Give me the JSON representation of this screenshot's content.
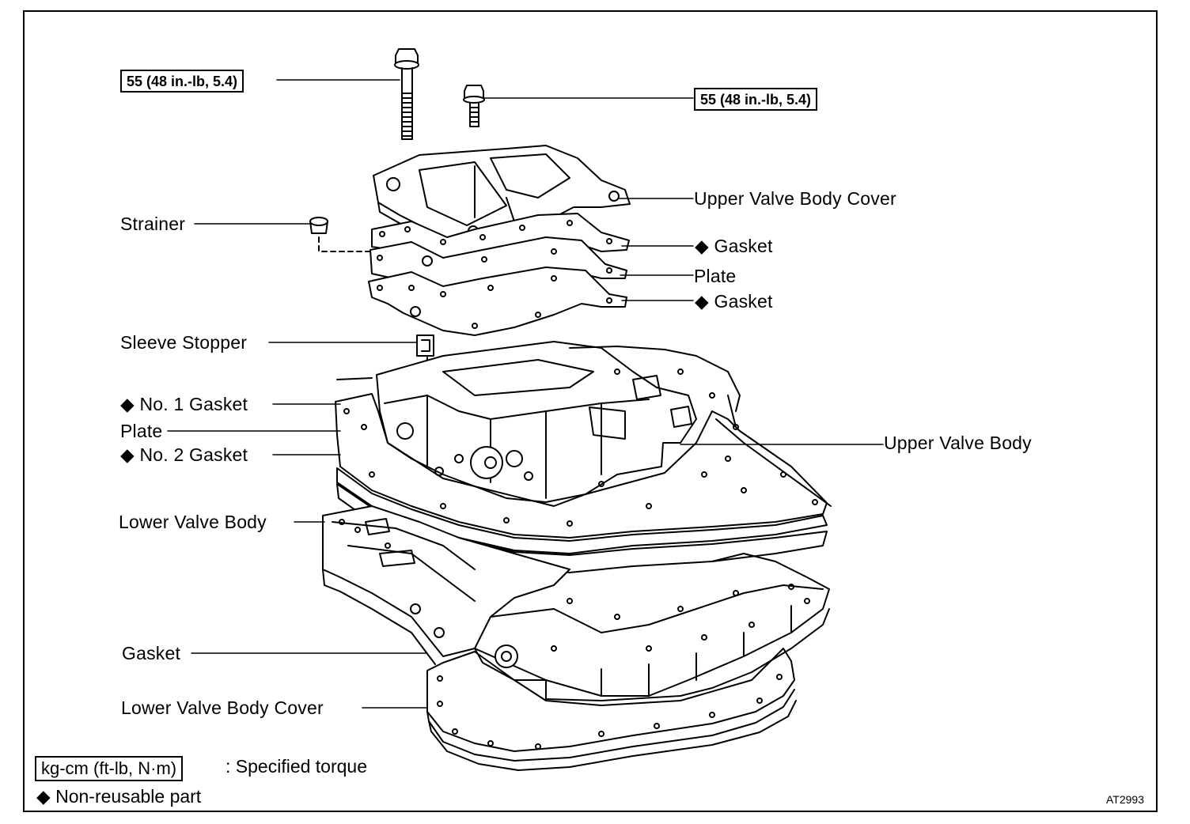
{
  "torque": {
    "left": "55 (48 in.-lb, 5.4)",
    "right": "55 (48 in.-lb, 5.4)"
  },
  "labels": {
    "upper_valve_body_cover": "Upper Valve Body Cover",
    "strainer": "Strainer",
    "gasket_upper_1": "Gasket",
    "plate_upper": "Plate",
    "gasket_upper_2": "Gasket",
    "sleeve_stopper": "Sleeve Stopper",
    "no1_gasket": "No. 1 Gasket",
    "plate_lower": "Plate",
    "no2_gasket": "No. 2 Gasket",
    "upper_valve_body": "Upper Valve Body",
    "lower_valve_body": "Lower Valve Body",
    "gasket_bottom": "Gasket",
    "lower_valve_body_cover": "Lower Valve Body Cover"
  },
  "markers": {
    "non_reusable_symbol": "◆"
  },
  "legend": {
    "torque_units": "kg-cm (ft-lb, N·m)",
    "torque_desc": ": Specified torque",
    "non_reusable": "Non-reusable part"
  },
  "figure_code": "AT2993"
}
